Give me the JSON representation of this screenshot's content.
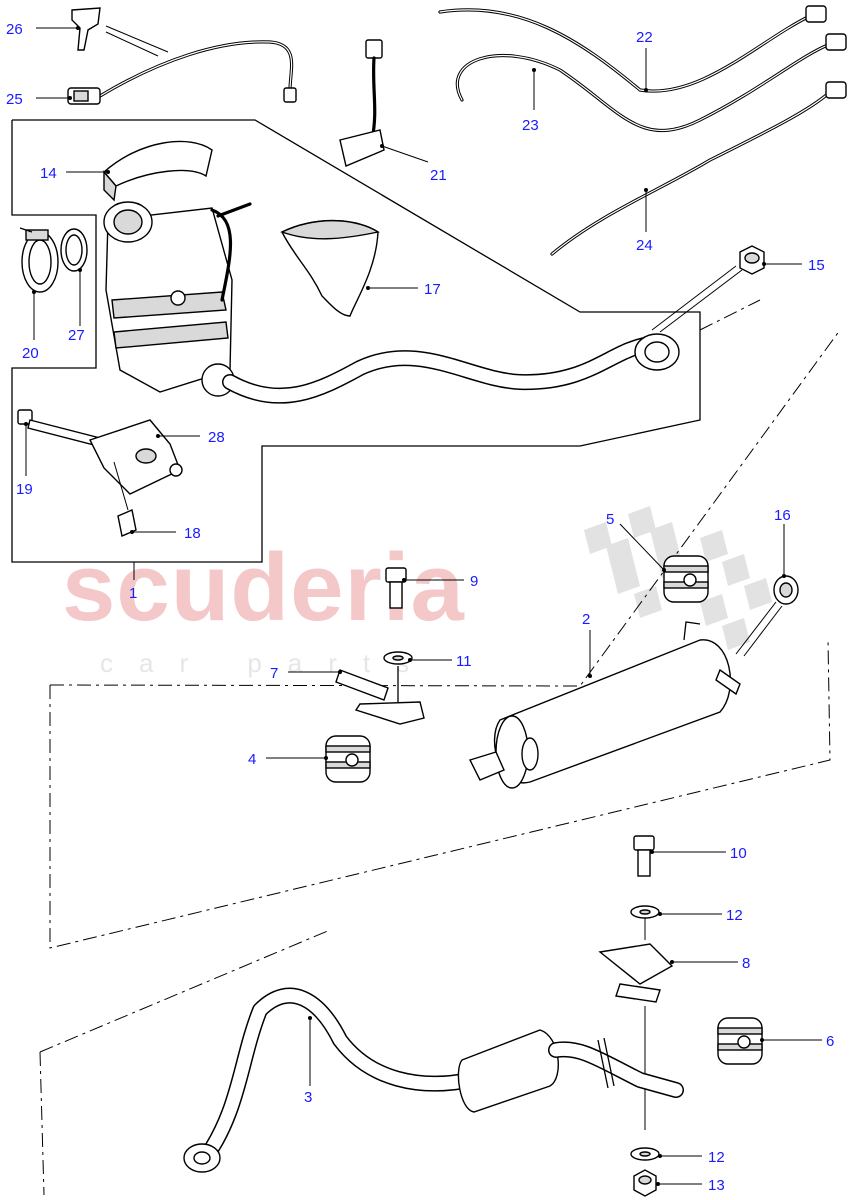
{
  "watermark": {
    "brand": "scuderia",
    "tagline": "car parts",
    "brand_color": "#f4c8c8",
    "flag_color": "#e2e2e2"
  },
  "callout_color": "#1a1aff",
  "callouts": {
    "c1": "1",
    "c2": "2",
    "c3": "3",
    "c4": "4",
    "c5": "5",
    "c6": "6",
    "c7": "7",
    "c8": "8",
    "c9": "9",
    "c10": "10",
    "c11": "11",
    "c12a": "12",
    "c12b": "12",
    "c13": "13",
    "c14": "14",
    "c15": "15",
    "c16": "16",
    "c17": "17",
    "c18": "18",
    "c19": "19",
    "c20": "20",
    "c21": "21",
    "c22": "22",
    "c23": "23",
    "c24": "24",
    "c25": "25",
    "c26": "26",
    "c27": "27",
    "c28": "28"
  }
}
